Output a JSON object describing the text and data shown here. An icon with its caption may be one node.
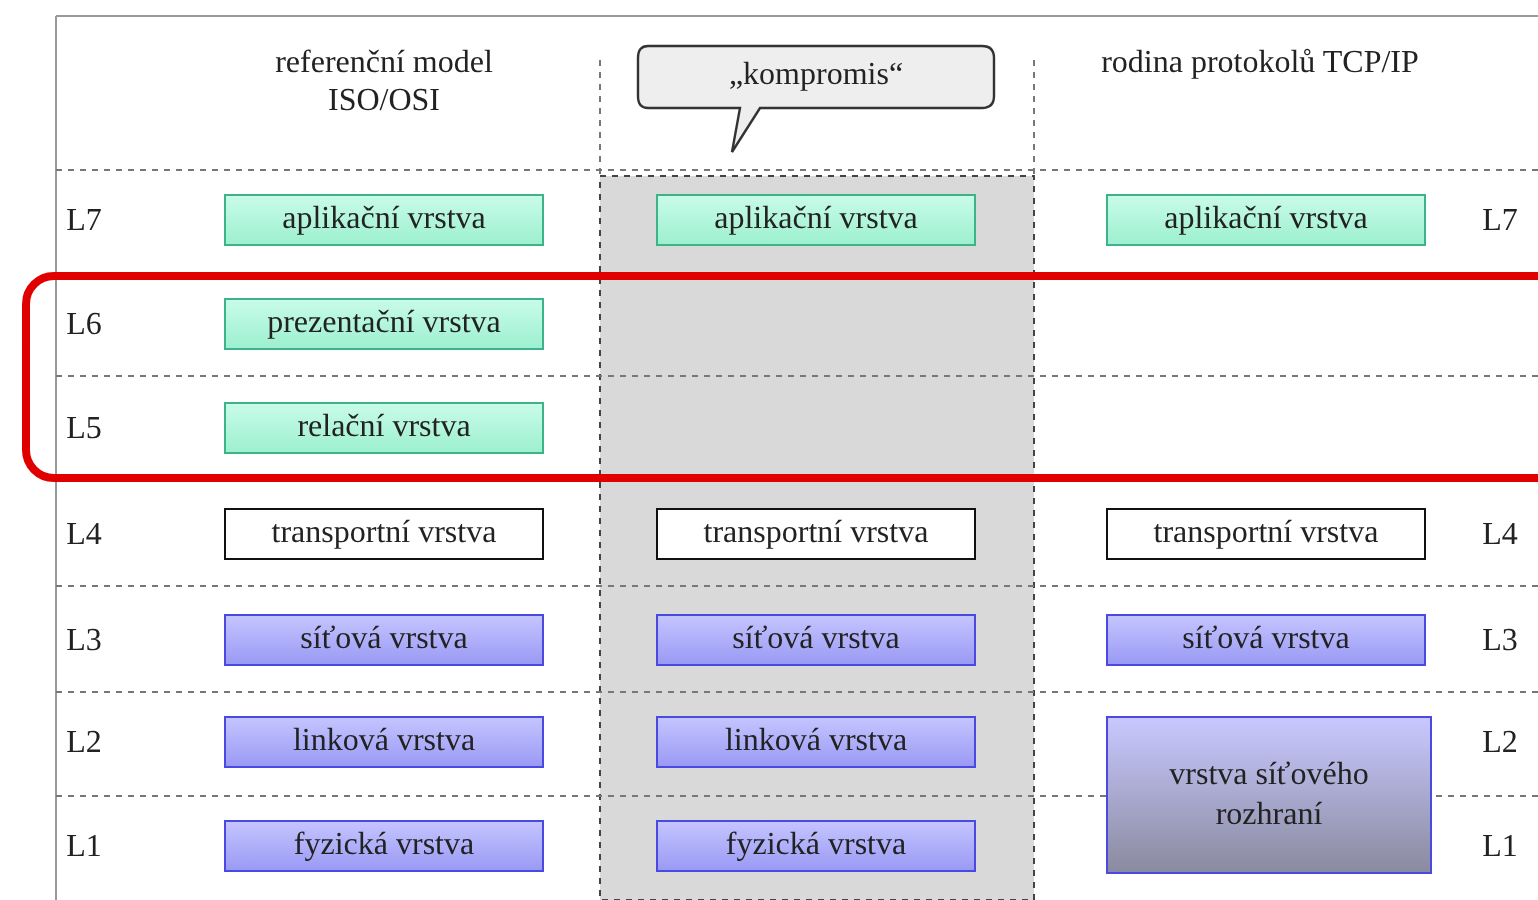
{
  "diagram": {
    "nodes": [
      {
        "text": [
          "„kompromis“"
        ]
      },
      {
        "text": [
          "aplikační vrstva"
        ]
      },
      {
        "text": [
          "aplikační vrstva"
        ]
      },
      {
        "text": [
          "aplikační vrstva"
        ]
      },
      {
        "text": [
          "prezentační vrstva"
        ]
      },
      {
        "text": [
          "relační vrstva"
        ]
      },
      {
        "text": [
          "transportní vrstva"
        ]
      },
      {
        "text": [
          "transportní vrstva"
        ]
      },
      {
        "text": [
          "transportní vrstva"
        ]
      },
      {
        "text": [
          "síťová vrstva"
        ]
      },
      {
        "text": [
          "síťová vrstva"
        ]
      },
      {
        "text": [
          "síťová vrstva"
        ]
      },
      {
        "text": [
          "linková vrstva"
        ]
      },
      {
        "text": [
          "linková vrstva"
        ]
      },
      {
        "text": [
          "vrstva síťového rozhraní"
        ]
      },
      {
        "text": [
          "fyzická vrstva"
        ]
      },
      {
        "text": [
          "fyzická vrstva"
        ]
      }
    ],
    "labels": [
      "referenční model ISO/OSI",
      "rodina protokolů TCP/IP",
      "L7",
      "L7",
      "L6",
      "L5",
      "L4",
      "L4",
      "L3",
      "L3",
      "L2",
      "L2",
      "L1",
      "L1"
    ]
  }
}
